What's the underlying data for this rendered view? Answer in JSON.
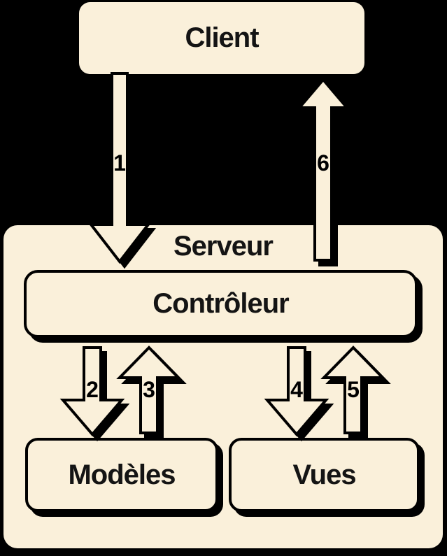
{
  "page": {
    "background": "#000000"
  },
  "diagram": {
    "type": "flow-diagram",
    "palette": {
      "node_fill": "#FAF0DA",
      "outline": "#000000",
      "text": "#141414"
    },
    "nodes": {
      "client": {
        "label": "Client"
      },
      "serveur": {
        "label": "Serveur"
      },
      "controleur": {
        "label": "Contrôleur"
      },
      "modeles": {
        "label": "Modèles"
      },
      "vues": {
        "label": "Vues"
      }
    },
    "arrows": [
      {
        "number": "1",
        "direction": "down",
        "from": "Client",
        "to": "Contrôleur"
      },
      {
        "number": "2",
        "direction": "down",
        "from": "Contrôleur",
        "to": "Modèles"
      },
      {
        "number": "3",
        "direction": "up",
        "from": "Modèles",
        "to": "Contrôleur"
      },
      {
        "number": "4",
        "direction": "down",
        "from": "Contrôleur",
        "to": "Vues"
      },
      {
        "number": "5",
        "direction": "up",
        "from": "Vues",
        "to": "Contrôleur"
      },
      {
        "number": "6",
        "direction": "up",
        "from": "Contrôleur",
        "to": "Client"
      }
    ]
  }
}
